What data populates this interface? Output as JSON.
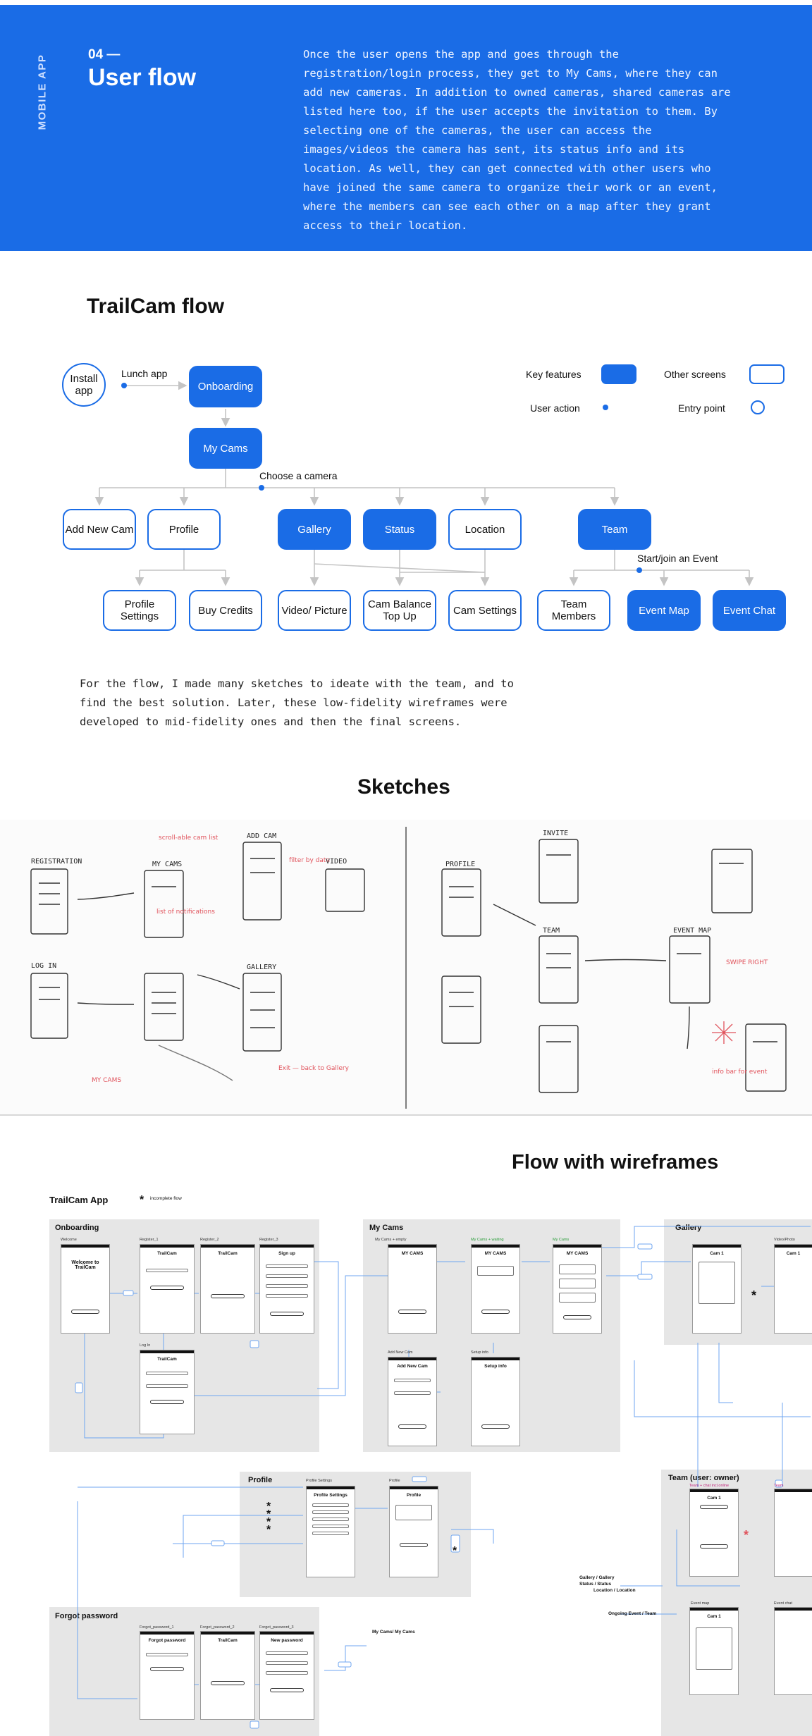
{
  "header": {
    "side_label": "MOBILE APP",
    "section_number": "04 —",
    "section_title": "User flow",
    "intro": "Once the user opens the app and goes through the registration/login process, they get to My Cams, where they can add new cameras. In addition to owned cameras, shared cameras are listed here too, if the user accepts the invitation to them. By selecting one of the cameras, the user can access the images/videos the camera has sent, its status info and its location. As well, they can get connected with other users who have joined the same camera to organize their work or an event, where the members can see each other on a map after they grant access to their location."
  },
  "flow": {
    "title": "TrailCam flow",
    "legend": {
      "key_features": "Key features",
      "other_screens": "Other screens",
      "user_action": "User action",
      "entry_point": "Entry point",
      "key_color": "#1a6ce6"
    },
    "nodes": {
      "install": "Install app",
      "onboarding": "Onboarding",
      "my_cams": "My Cams",
      "add_new_cam": "Add New Cam",
      "profile": "Profile",
      "gallery": "Gallery",
      "status": "Status",
      "location": "Location",
      "team": "Team",
      "profile_settings": "Profile Settings",
      "buy_credits": "Buy Credits",
      "video_picture": "Video/ Picture",
      "cam_balance": "Cam Balance Top Up",
      "cam_settings": "Cam Settings",
      "team_members": "Team Members",
      "event_map": "Event Map",
      "event_chat": "Event Chat"
    },
    "actions": {
      "lunch_app": "Lunch app",
      "choose_camera": "Choose a camera",
      "start_join_event": "Start/join an Event"
    },
    "note": "For the flow, I made many sketches to ideate with the team, and to find the best solution. Later, these low-fidelity wireframes were developed to mid-fidelity ones and then the final screens."
  },
  "sketches": {
    "title": "Sketches",
    "labels": {
      "registration": "REGISTRATION",
      "login": "LOG IN",
      "my_cams": "MY CAMS",
      "add_cam": "ADD CAM",
      "video": "VIDEO",
      "gallery": "GALLERY",
      "profile": "PROFILE",
      "invite": "INVITE",
      "team": "TEAM",
      "event_map": "EVENT MAP",
      "swipe_right": "SWIPE RIGHT"
    }
  },
  "wireframes": {
    "title": "Flow with wireframes",
    "app_label": "TrailCam App",
    "incomplete_legend": "incomplete flow",
    "groups": {
      "onboarding": "Onboarding",
      "my_cams": "My Cams",
      "gallery": "Gallery",
      "profile": "Profile",
      "team": "Team (user: owner)",
      "forgot": "Forgot password"
    },
    "screens": {
      "welcome": "Welcome",
      "welcome_title": "Welcome to TrailCam",
      "register_1": "Register_1",
      "register_2": "Register_2",
      "register_3": "Register_3",
      "trailcam": "TrailCam",
      "signup": "Sign up",
      "login": "Log In",
      "mycams_empty": "My Cams + empty",
      "mycams_waiting": "My Cams + waiting",
      "mycams": "My Cams",
      "mycams_title": "MY CAMS",
      "add_new_cam": "Add New Cam",
      "setup_info": "Setup info",
      "cam1": "Cam 1",
      "video_photo": "Video/Photo",
      "profile_settings": "Profile Settings",
      "profile": "Profile",
      "team_chat": "Team + chat incl.online",
      "team": "Team",
      "event_map": "Event map",
      "event_chat": "Event chat",
      "forgot_1": "Forgot_password_1",
      "forgot_2": "Forgot_password_2",
      "forgot_3": "Forgot_password_3",
      "forgot_title": "Forgot password",
      "new_password": "New password"
    },
    "nav_labels": {
      "gallery": "Gallery / Gallery",
      "status": "Status / Status",
      "location": "Location / Location",
      "ongoing": "Ongoing Event / Team",
      "my_cams": "My Cams/ My Cams"
    }
  }
}
